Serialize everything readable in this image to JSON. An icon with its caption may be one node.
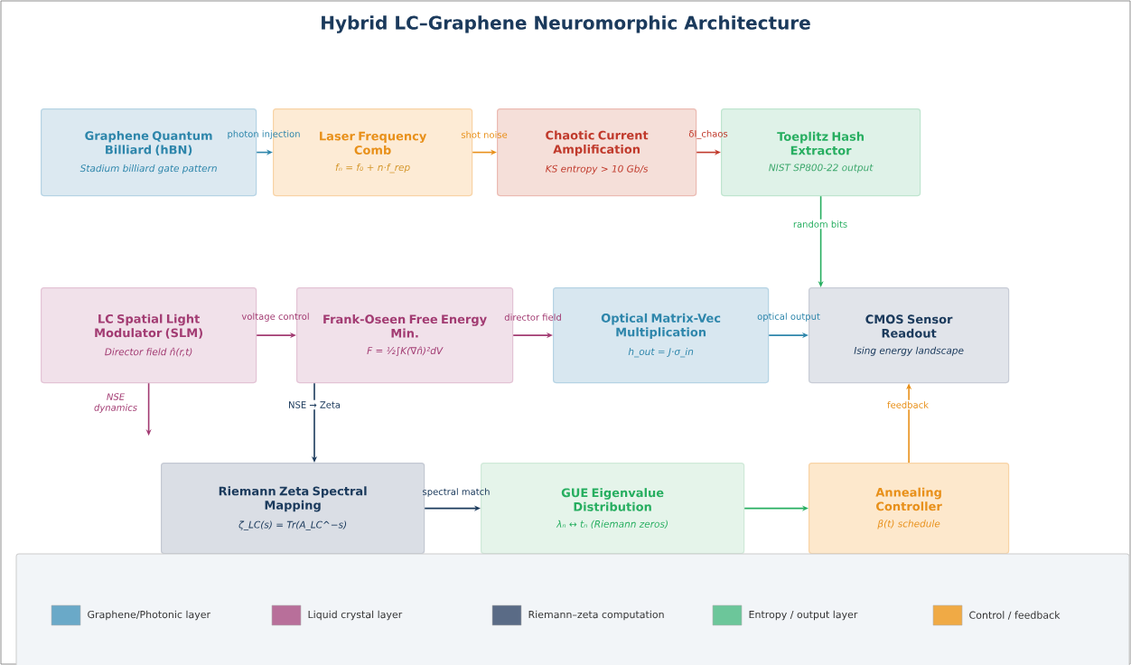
{
  "diagram": {
    "title": "Hybrid LC–Graphene Neuromorphic Architecture",
    "nodes": [
      {
        "text": [
          "Graphene Quantum Billiard (hBN)",
          "Stadium billiard gate pattern"
        ]
      },
      {
        "text": [
          "Laser Frequency Comb",
          "fₙ = f₀ + n·f_rep"
        ]
      },
      {
        "text": [
          "Chaotic Current Amplification",
          "KS entropy > 10 Gb/s"
        ]
      },
      {
        "text": [
          "Toeplitz Hash Extractor",
          "NIST SP800-22 output"
        ]
      },
      {
        "text": [
          "LC Spatial Light Modulator (SLM)",
          "Director field n̂(r,t)"
        ]
      },
      {
        "text": [
          "Frank-Oseen Free Energy Min.",
          "F = ½∫K(∇n̂)²dV"
        ]
      },
      {
        "text": [
          "Optical Matrix-Vec Multiplication",
          "h_out = J·σ_in"
        ]
      },
      {
        "text": [
          "CMOS Sensor Readout",
          "Ising energy landscape"
        ]
      },
      {
        "text": [
          "Riemann Zeta Spectral Mapping",
          "ζ_LC(s) = Tr(A_LC^−s)"
        ]
      },
      {
        "text": [
          "GUE Eigenvalue Distribution",
          "λₙ ↔ tₙ (Riemann zeros)"
        ]
      },
      {
        "text": [
          "Annealing Controller",
          "β(t) schedule"
        ]
      }
    ],
    "edges": [
      {
        "from": 0,
        "to": 1,
        "arrow": "to",
        "label": "photon injection",
        "color": "#2e86ab"
      },
      {
        "from": 1,
        "to": 2,
        "arrow": "to",
        "label": "shot noise",
        "color": "#e8901a"
      },
      {
        "from": 2,
        "to": 3,
        "arrow": "to",
        "label": "δI_chaos",
        "color": "#c0392b"
      },
      {
        "from": 3,
        "to": 7,
        "arrow": "to",
        "label": "random bits",
        "color": "#27ae60"
      },
      {
        "from": 4,
        "to": 5,
        "arrow": "to",
        "label": "voltage control",
        "color": "#a23b72"
      },
      {
        "from": 5,
        "to": 6,
        "arrow": "to",
        "label": "director field",
        "color": "#a23b72"
      },
      {
        "from": 6,
        "to": 7,
        "arrow": "to",
        "label": "optical output",
        "color": "#2e86ab"
      },
      {
        "from": 4,
        "to": null,
        "arrow": "to",
        "label": "NSE dynamics",
        "color": "#a23b72"
      },
      {
        "from": 5,
        "to": 8,
        "arrow": "to",
        "label": "NSE → Zeta",
        "color": "#1b3a5c"
      },
      {
        "from": 8,
        "to": 9,
        "arrow": "to",
        "label": "spectral match",
        "color": "#1b3a5c"
      },
      {
        "from": 9,
        "to": 10,
        "arrow": "to",
        "color": "#27ae60"
      },
      {
        "from": 10,
        "to": 7,
        "arrow": "to",
        "label": "feedback",
        "color": "#e8901a"
      }
    ],
    "legend": [
      {
        "text": "Graphene/Photonic layer",
        "color": "#6aa9c8"
      },
      {
        "text": "Liquid crystal layer",
        "color": "#b86f9a"
      },
      {
        "text": "Riemann–zeta computation",
        "color": "#5a6b86"
      },
      {
        "text": "Entropy / output layer",
        "color": "#6cc69a"
      },
      {
        "text": "Control / feedback",
        "color": "#f0aa45"
      }
    ]
  }
}
